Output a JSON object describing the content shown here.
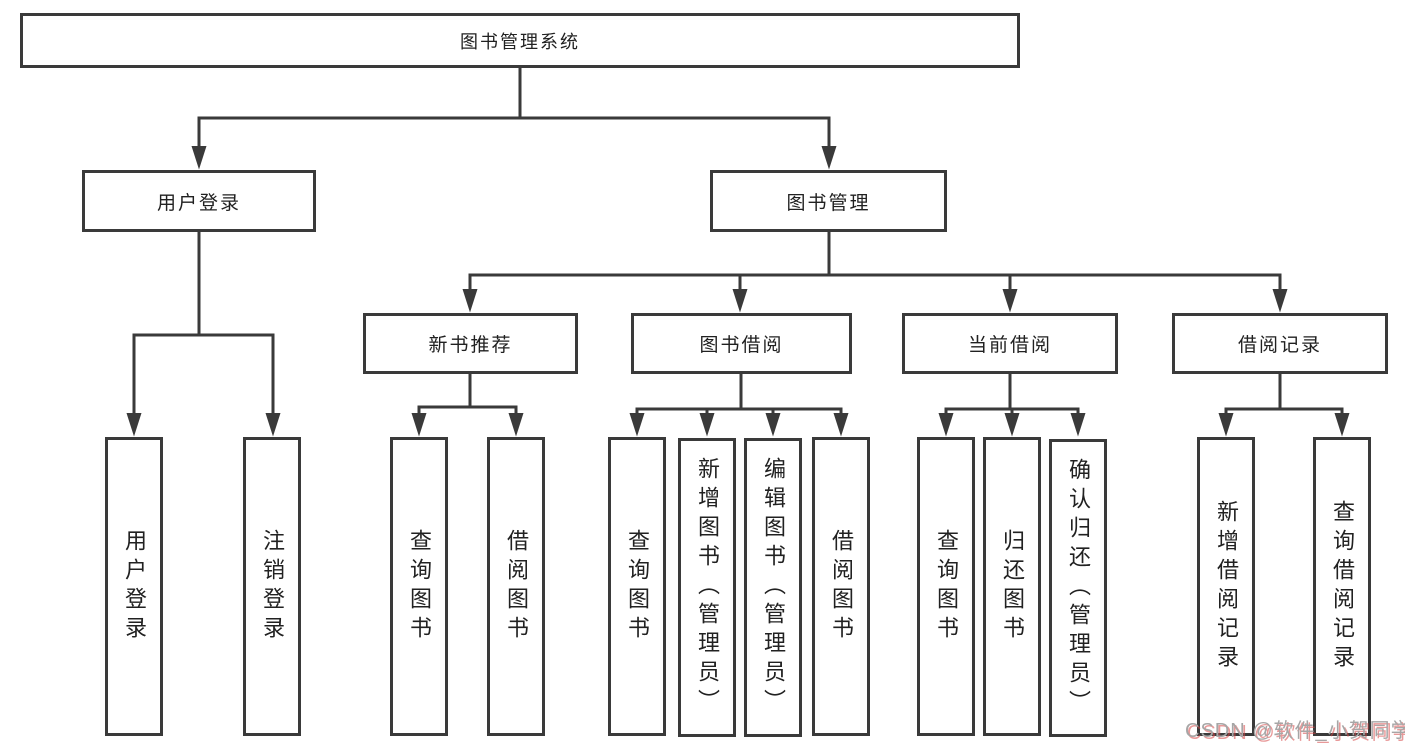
{
  "tree": {
    "label": "图书管理系统",
    "children": [
      {
        "label": "用户登录",
        "children": [
          {
            "label": "用户登录"
          },
          {
            "label": "注销登录"
          }
        ]
      },
      {
        "label": "图书管理",
        "children": [
          {
            "label": "新书推荐",
            "children": [
              {
                "label": "查询图书"
              },
              {
                "label": "借阅图书"
              }
            ]
          },
          {
            "label": "图书借阅",
            "children": [
              {
                "label": "查询图书"
              },
              {
                "label": "新增图书（管理员）"
              },
              {
                "label": "编辑图书（管理员）"
              },
              {
                "label": "借阅图书"
              }
            ]
          },
          {
            "label": "当前借阅",
            "children": [
              {
                "label": "查询图书"
              },
              {
                "label": "归还图书"
              },
              {
                "label": "确认归还（管理员）"
              }
            ]
          },
          {
            "label": "借阅记录",
            "children": [
              {
                "label": "新增借阅记录"
              },
              {
                "label": "查询借阅记录"
              }
            ]
          }
        ]
      }
    ]
  },
  "watermark": {
    "text": "CSDN @软件_小贺同学"
  },
  "colors": {
    "line": "#3a3a3a",
    "text": "#212121",
    "background": "#ffffff",
    "watermark_gray": "#a6a6a6",
    "watermark_red": "#d64545"
  }
}
